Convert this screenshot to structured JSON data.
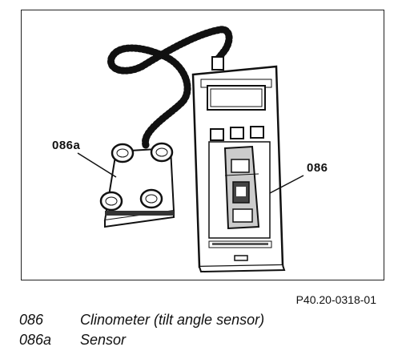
{
  "callouts": {
    "sensor": "086a",
    "clinometer": "086"
  },
  "figure_id": "P40.20-0318-01",
  "legend": [
    {
      "code": "086",
      "description": "Clinometer (tilt angle sensor)"
    },
    {
      "code": "086a",
      "description": "Sensor"
    }
  ]
}
